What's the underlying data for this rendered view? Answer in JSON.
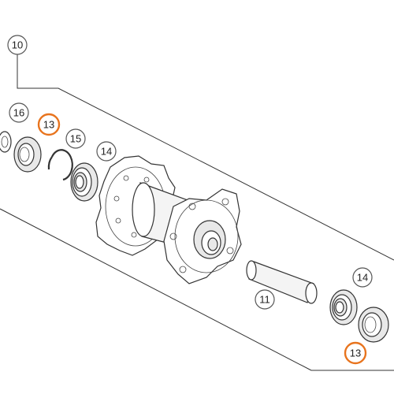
{
  "colors": {
    "callout_stroke": "#555555",
    "highlight_stroke": "#e8741e",
    "line": "#333333",
    "part_fill": "#e8e8e8"
  },
  "callouts": {
    "c10": "10",
    "c16": "16",
    "c13_top": "13",
    "c15": "15",
    "c14_left": "14",
    "c11": "11",
    "c14_right": "14",
    "c13_bottom": "13"
  }
}
